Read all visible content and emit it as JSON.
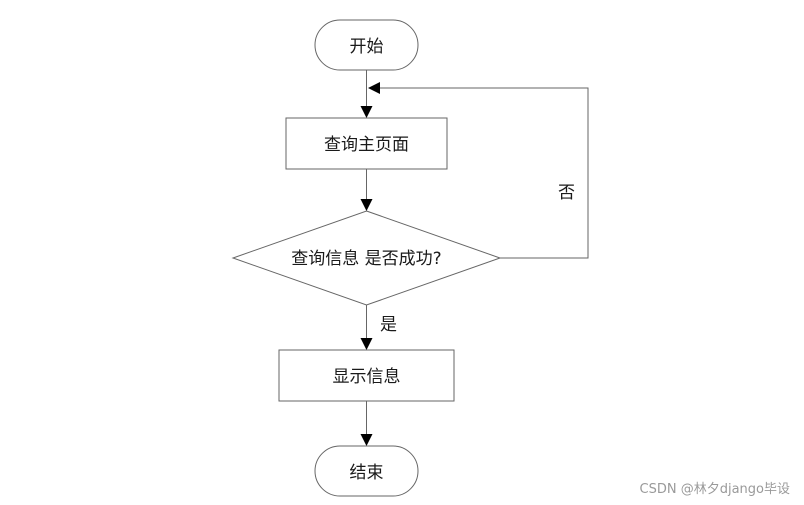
{
  "nodes": {
    "start": "开始",
    "query_home": "查询主页面",
    "decision": "查询信息 是否成功?",
    "show_info": "显示信息",
    "end": "结束"
  },
  "edges": {
    "yes": "是",
    "no": "否"
  },
  "watermark": "CSDN @林夕django毕设"
}
